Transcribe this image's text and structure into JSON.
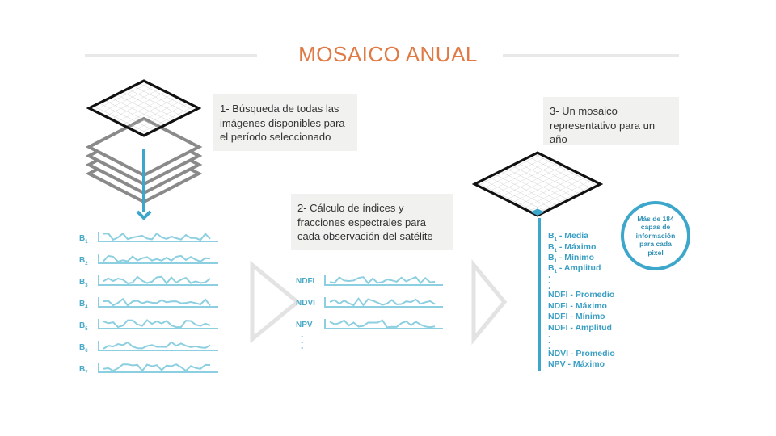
{
  "title": "MOSAICO ANUAL",
  "steps": {
    "s1": "1- Búsqueda de todas las imágenes disponibles para el período seleccionado",
    "s2": "2- Cálculo de índices y fracciones espectrales para cada observación del satélite",
    "s3": "3- Un mosaico representativo para un año"
  },
  "bands": [
    "B1",
    "B2",
    "B3",
    "B4",
    "B5",
    "B6",
    "B7"
  ],
  "indices": [
    "NDFI",
    "NDVI",
    "NPV"
  ],
  "stats": {
    "b1": [
      "B1 - Media",
      "B1 - Máximo",
      "B1 - Mínimo",
      "B1 - Amplitud"
    ],
    "ndfi": [
      "NDFI - Promedio",
      "NDFI - Máximo",
      "NDFI - Mínimo",
      "NDFI - Amplitud"
    ],
    "other": [
      "NDVI - Promedio",
      "NPV -  Máximo"
    ]
  },
  "badge": "Más de 184 capas de información para cada pixel",
  "colors": {
    "accent": "#e07a45",
    "blue": "#4aa9c9",
    "line": "#8ccfe0",
    "arrow": "#e3e3e3"
  }
}
